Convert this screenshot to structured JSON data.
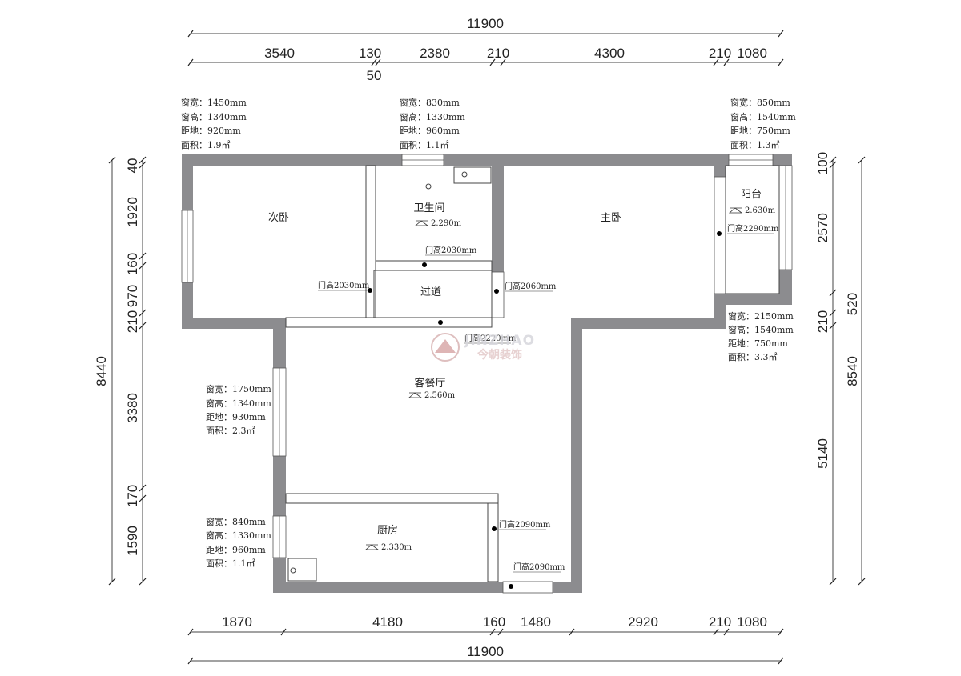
{
  "dimensions": {
    "top_total": "11900",
    "top_segments": [
      "3540",
      "130",
      "2380",
      "210",
      "4300",
      "210",
      "1080"
    ],
    "top_extra": "50",
    "bottom_segments": [
      "1870",
      "4180",
      "160",
      "1480",
      "2920",
      "210",
      "1080"
    ],
    "bottom_total": "11900",
    "left_total": "8440",
    "left_segments": [
      "40",
      "1920",
      "160",
      "970",
      "210",
      "3380",
      "170",
      "1590"
    ],
    "right_total": "8540",
    "right_segments": [
      "100",
      "2570",
      "520",
      "210",
      "5140"
    ]
  },
  "rooms": {
    "second_bedroom": {
      "name": "次卧"
    },
    "bathroom": {
      "name": "卫生间",
      "height": "2.290m"
    },
    "master_bedroom": {
      "name": "主卧"
    },
    "balcony": {
      "name": "阳台",
      "height": "2.630m"
    },
    "hallway": {
      "name": "过道"
    },
    "living_dining": {
      "name": "客餐厅",
      "height": "2.560m"
    },
    "kitchen": {
      "name": "厨房",
      "height": "2.330m"
    }
  },
  "doors": {
    "second_bedroom": "门高2030mm",
    "bathroom": "门高2030mm",
    "master_bedroom": "门高2060mm",
    "balcony": "门高2290mm",
    "living": "门高2220mm",
    "kitchen": "门高2090mm",
    "entrance": "门高2090mm"
  },
  "windows": {
    "second_bedroom": [
      "窗宽：1450mm",
      "窗高：1340mm",
      "距地：920mm",
      "面积：1.9㎡"
    ],
    "bathroom": [
      "窗宽：830mm",
      "窗高：1330mm",
      "距地：960mm",
      "面积：1.1㎡"
    ],
    "master_bedroom": [
      "窗宽：850mm",
      "窗高：1540mm",
      "距地：750mm",
      "面积：1.3㎡"
    ],
    "balcony": [
      "窗宽：2150mm",
      "窗高：1540mm",
      "距地：750mm",
      "面积：3.3㎡"
    ],
    "living": [
      "窗宽：1750mm",
      "窗高：1340mm",
      "距地：930mm",
      "面积：2.3㎡"
    ],
    "kitchen": [
      "窗宽：840mm",
      "窗高：1330mm",
      "距地：960mm",
      "面积：1.1㎡"
    ]
  },
  "watermark": {
    "latin": "JINZHAO",
    "chinese": "今朝装饰"
  },
  "colors": {
    "wall": "#8c8c8f",
    "line": "#444444",
    "watermark": "#c9a2a2"
  }
}
